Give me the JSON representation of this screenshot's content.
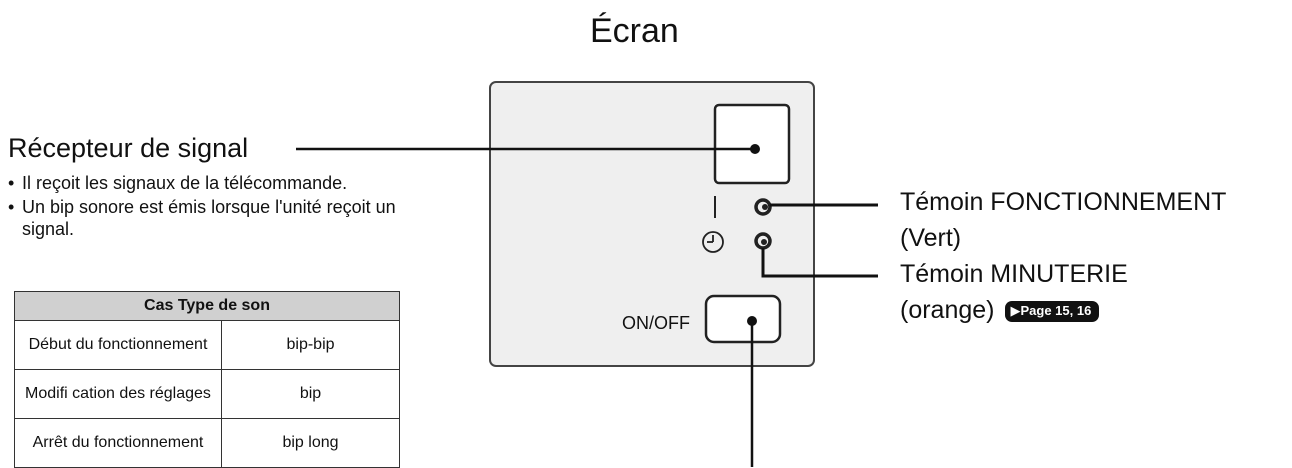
{
  "title": "Écran",
  "receiver": {
    "label": "Récepteur de signal",
    "bullets": [
      "Il reçoit les signaux de la télécommande.",
      "Un bip sonore est émis lorsque l'unité reçoit un signal."
    ]
  },
  "table": {
    "header": "Cas Type de son",
    "rows": [
      {
        "case": "Début du fonctionnement",
        "sound": "bip-bip"
      },
      {
        "case": "Modifi cation des réglages",
        "sound": "bip"
      },
      {
        "case": "Arrêt du fonctionnement",
        "sound": "bip long"
      }
    ]
  },
  "operation_lamp": {
    "label": "Témoin FONCTIONNEMENT",
    "sub": "(Vert)"
  },
  "timer_lamp": {
    "label": "Témoin MINUTERIE",
    "sub": "(orange)",
    "page_ref": "▶Page 15, 16"
  },
  "onoff_label": "ON/OFF",
  "icons": {
    "timer": "clock-icon",
    "operation": "operation-lamp-icon"
  },
  "colors": {
    "panel_fill": "#efefef",
    "table_header": "#d0d0d0",
    "line": "#111111"
  }
}
